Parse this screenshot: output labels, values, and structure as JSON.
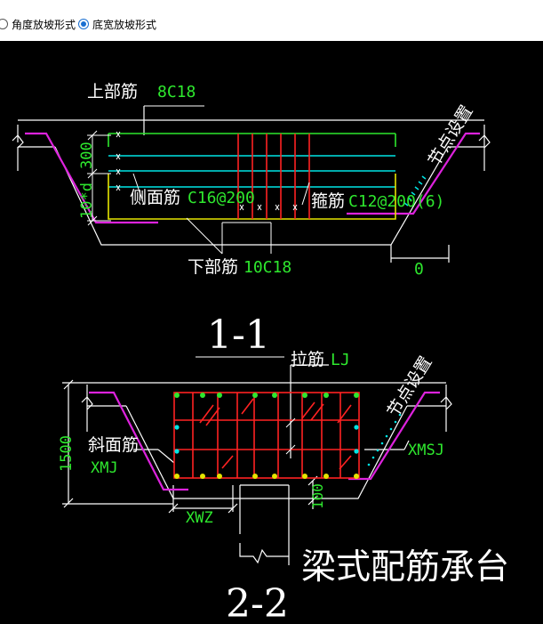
{
  "options": {
    "angle_label": "角度放坡形式",
    "bottom_width_label": "底宽放坡形式",
    "selected": "bottom_width"
  },
  "section_1": {
    "top_bar_label": "上部筋",
    "top_bar_value": "8C18",
    "side_bar_label": "侧面筋",
    "side_bar_value": "C16@200",
    "stirrup_label": "箍筋",
    "stirrup_value": "C12@200(6)",
    "bottom_bar_label": "下部筋",
    "bottom_bar_value": "10C18",
    "dim_300": "300",
    "dim_10d": "10*d",
    "dim_0": "0",
    "node_setting": "节点设置",
    "section_title": "1-1"
  },
  "section_2": {
    "tie_bar_label": "拉筋",
    "tie_bar_value": "LJ",
    "slope_bar_label": "斜面筋",
    "slope_bar_value": "XMJ",
    "node_setting": "节点设置",
    "xmsj": "XMSJ",
    "dim_1500": "1500",
    "dim_100": "100",
    "xwz": "XWZ",
    "section_title": "2-2"
  },
  "drawing_title": "梁式配筋承台",
  "colors": {
    "background": "#000000",
    "concrete_outline": "#ffffff",
    "slope_bar": "#dd22dd",
    "top_bar": "#2ee82e",
    "side_bar": "#00e5e5",
    "bottom_bar": "#e5e500",
    "stirrup": "#ff2222",
    "text_label": "#ffffff",
    "text_value": "#2ee82e"
  }
}
